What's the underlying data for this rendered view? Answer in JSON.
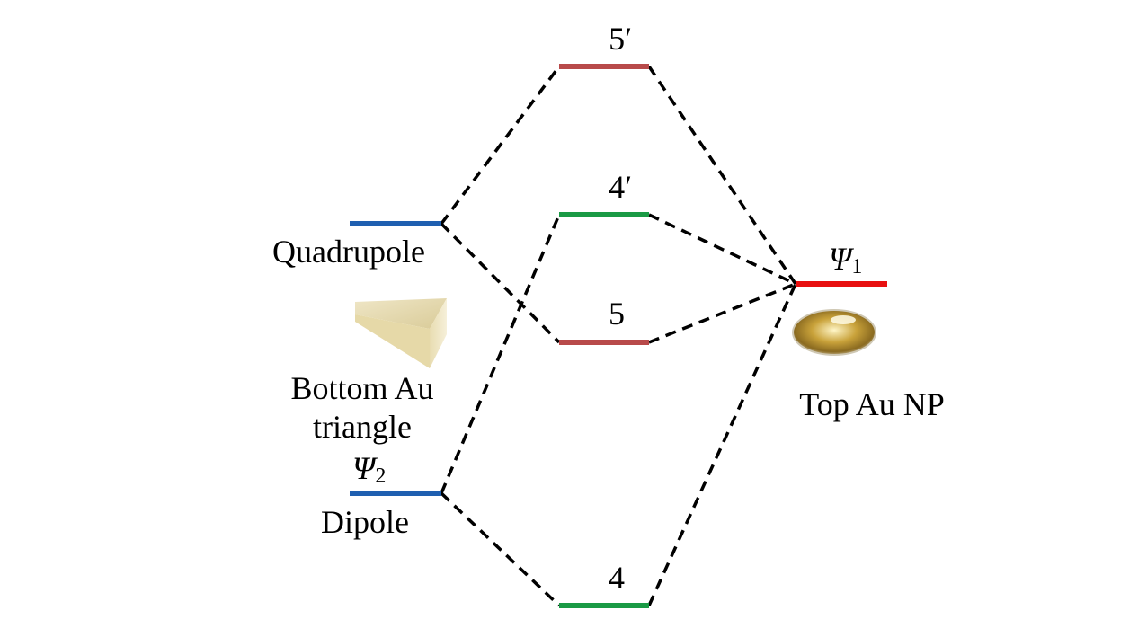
{
  "colors": {
    "triangle_mode": "#1f5fb0",
    "level_5": "#b84a4a",
    "level_4": "#1a9a45",
    "np_mode": "#e81010",
    "dash": "#000000"
  },
  "left": {
    "quadrupole_label": "Quadrupole",
    "dipole_label": "Dipole",
    "psi2_symbol": "Ψ",
    "psi2_sub": "2",
    "object_label_line1": "Bottom Au",
    "object_label_line2": "triangle"
  },
  "middle": {
    "level_5p": "5′",
    "level_4p": "4′",
    "level_5": "5",
    "level_4": "4"
  },
  "right": {
    "psi1_symbol": "Ψ",
    "psi1_sub": "1",
    "object_label": "Top Au NP"
  }
}
